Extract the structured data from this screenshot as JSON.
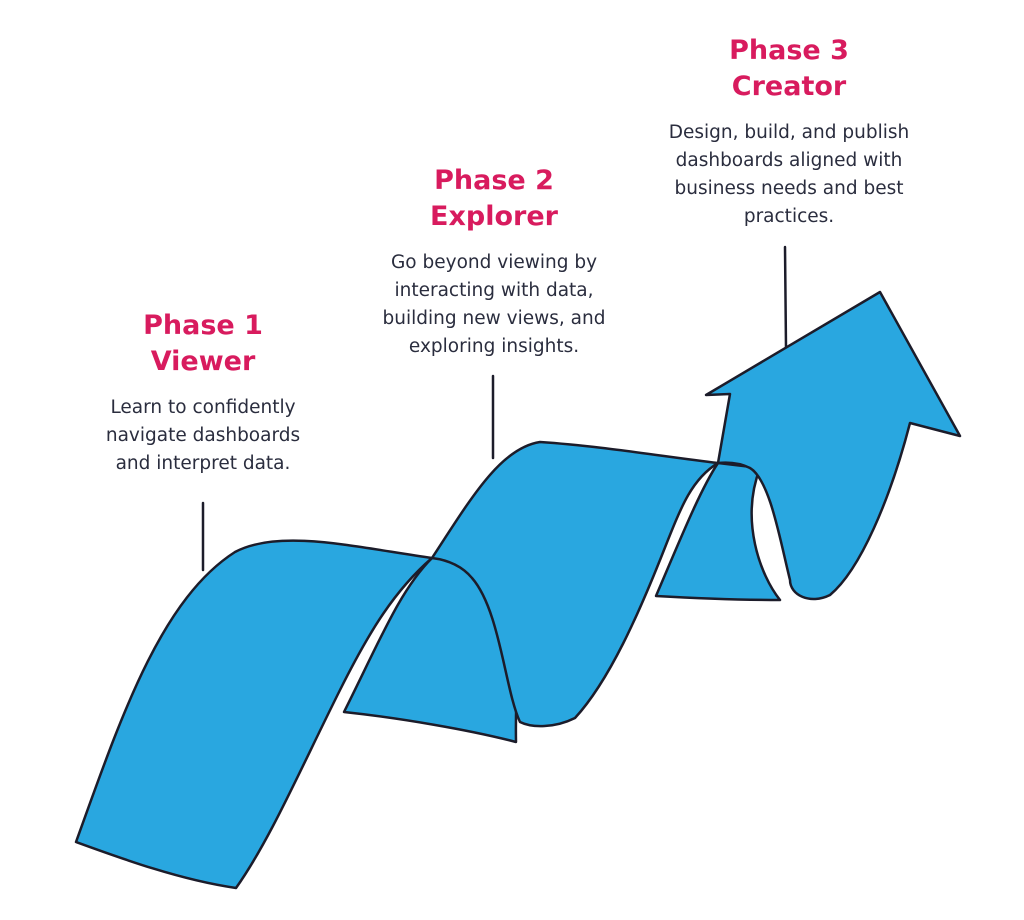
{
  "diagram": {
    "colors": {
      "ribbon_fill": "#29a7e0",
      "outline": "#1c1c2a",
      "title": "#d81b5e",
      "text": "#2a2d3e"
    },
    "phases": [
      {
        "title_line1": "Phase 1",
        "title_line2": "Viewer",
        "desc_lines": [
          "Learn to confidently",
          "navigate dashboards",
          "and interpret data."
        ]
      },
      {
        "title_line1": "Phase 2",
        "title_line2": "Explorer",
        "desc_lines": [
          "Go beyond viewing by",
          "interacting with data,",
          "building new views, and",
          "exploring insights."
        ]
      },
      {
        "title_line1": "Phase 3",
        "title_line2": "Creator",
        "desc_lines": [
          "Design, build, and publish",
          "dashboards aligned with",
          "business needs and best",
          "practices."
        ]
      }
    ]
  }
}
